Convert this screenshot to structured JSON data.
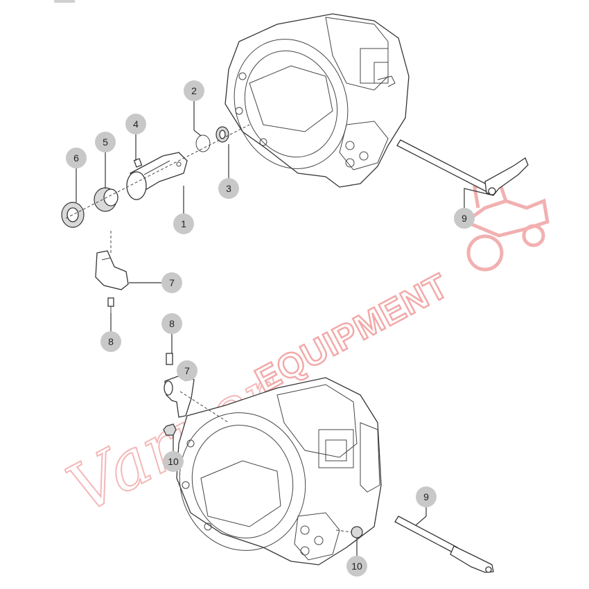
{
  "watermark": {
    "script_text": "Varner",
    "block_text": "EQUIPMENT",
    "color": "#f2a9a9",
    "icon": "tractor-icon"
  },
  "callouts": [
    {
      "id": "c-1",
      "label": "1"
    },
    {
      "id": "c-2",
      "label": "2"
    },
    {
      "id": "c-3",
      "label": "3"
    },
    {
      "id": "c-4",
      "label": "4"
    },
    {
      "id": "c-5",
      "label": "5"
    },
    {
      "id": "c-6",
      "label": "6"
    },
    {
      "id": "c-7a",
      "label": "7"
    },
    {
      "id": "c-8a",
      "label": "8"
    },
    {
      "id": "c-9a",
      "label": "9"
    },
    {
      "id": "c-8b",
      "label": "8"
    },
    {
      "id": "c-7b",
      "label": "7"
    },
    {
      "id": "c-10a",
      "label": "10"
    },
    {
      "id": "c-9b",
      "label": "9"
    },
    {
      "id": "c-10b",
      "label": "10"
    }
  ]
}
